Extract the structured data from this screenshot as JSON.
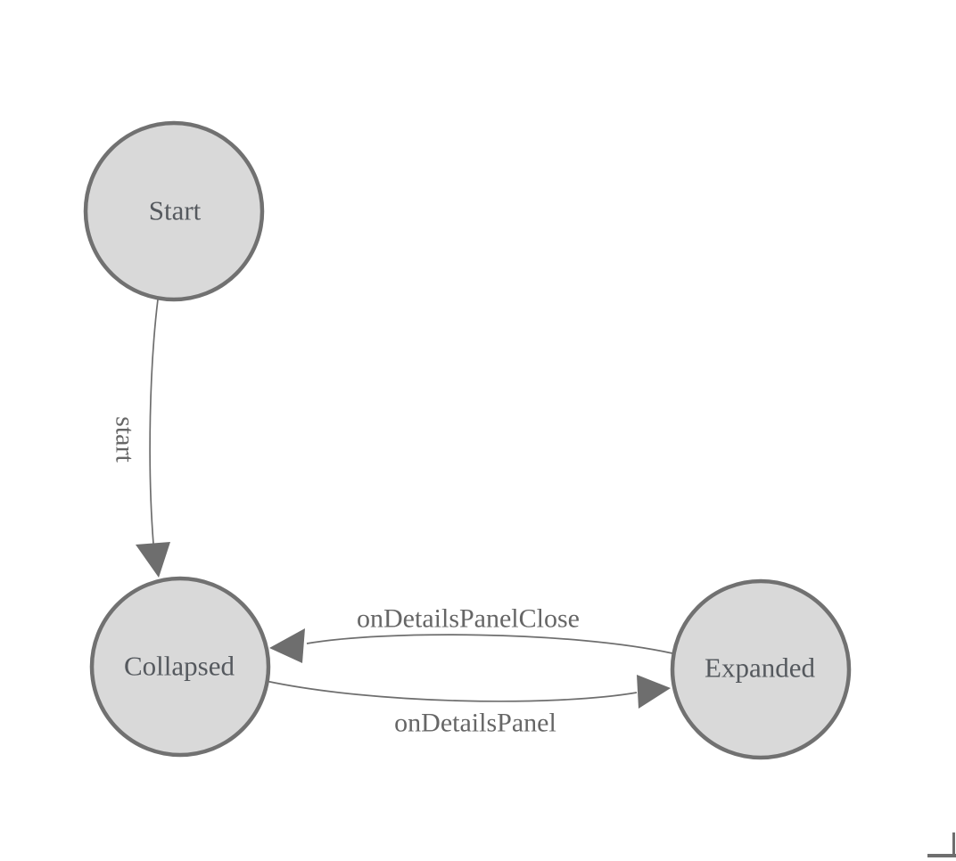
{
  "diagram": {
    "type": "state-machine",
    "nodes": [
      {
        "id": "start",
        "label": "Start"
      },
      {
        "id": "collapsed",
        "label": "Collapsed"
      },
      {
        "id": "expanded",
        "label": "Expanded"
      }
    ],
    "edges": [
      {
        "label": "start",
        "from": "Start",
        "to": "Collapsed",
        "label_orientation": "vertical"
      },
      {
        "label": "onDetailsPanelClose",
        "from": "Expanded",
        "to": "Collapsed",
        "label_orientation": "horizontal"
      },
      {
        "label": "onDetailsPanel",
        "from": "Collapsed",
        "to": "Expanded",
        "label_orientation": "horizontal"
      }
    ],
    "colors": {
      "background": "#ffffff",
      "node_fill": "#d9d9d9",
      "node_stroke": "#717171",
      "node_text": "#55595e",
      "edge_stroke": "#6e6e6e",
      "arrowhead_fill": "#6e6e6e",
      "edge_text": "#666666",
      "corner_mark": "#6e6e6e"
    }
  }
}
